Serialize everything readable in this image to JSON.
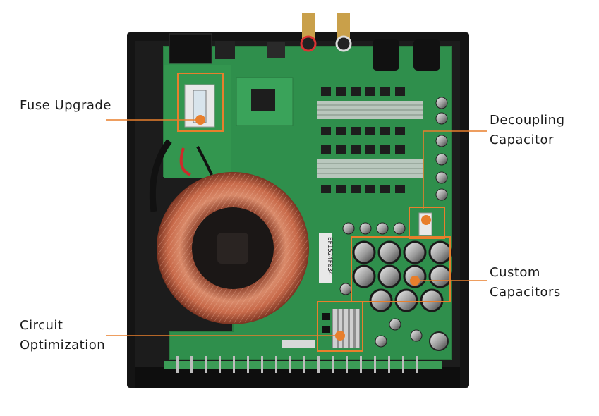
{
  "annotations": {
    "fuse": {
      "line1": "Fuse Upgrade",
      "line2": ""
    },
    "decoupling": {
      "line1": "Decoupling",
      "line2": "Capacitor"
    },
    "custom": {
      "line1": "Custom",
      "line2": "Capacitors"
    },
    "circuit": {
      "line1": "Circuit",
      "line2": "Optimization"
    }
  },
  "board": {
    "serial": "EF1524F034"
  },
  "colors": {
    "highlight": "#e87f2c",
    "chassis": "#161616",
    "pcb": "#2f8f4c",
    "copper": "#c86a4a"
  }
}
